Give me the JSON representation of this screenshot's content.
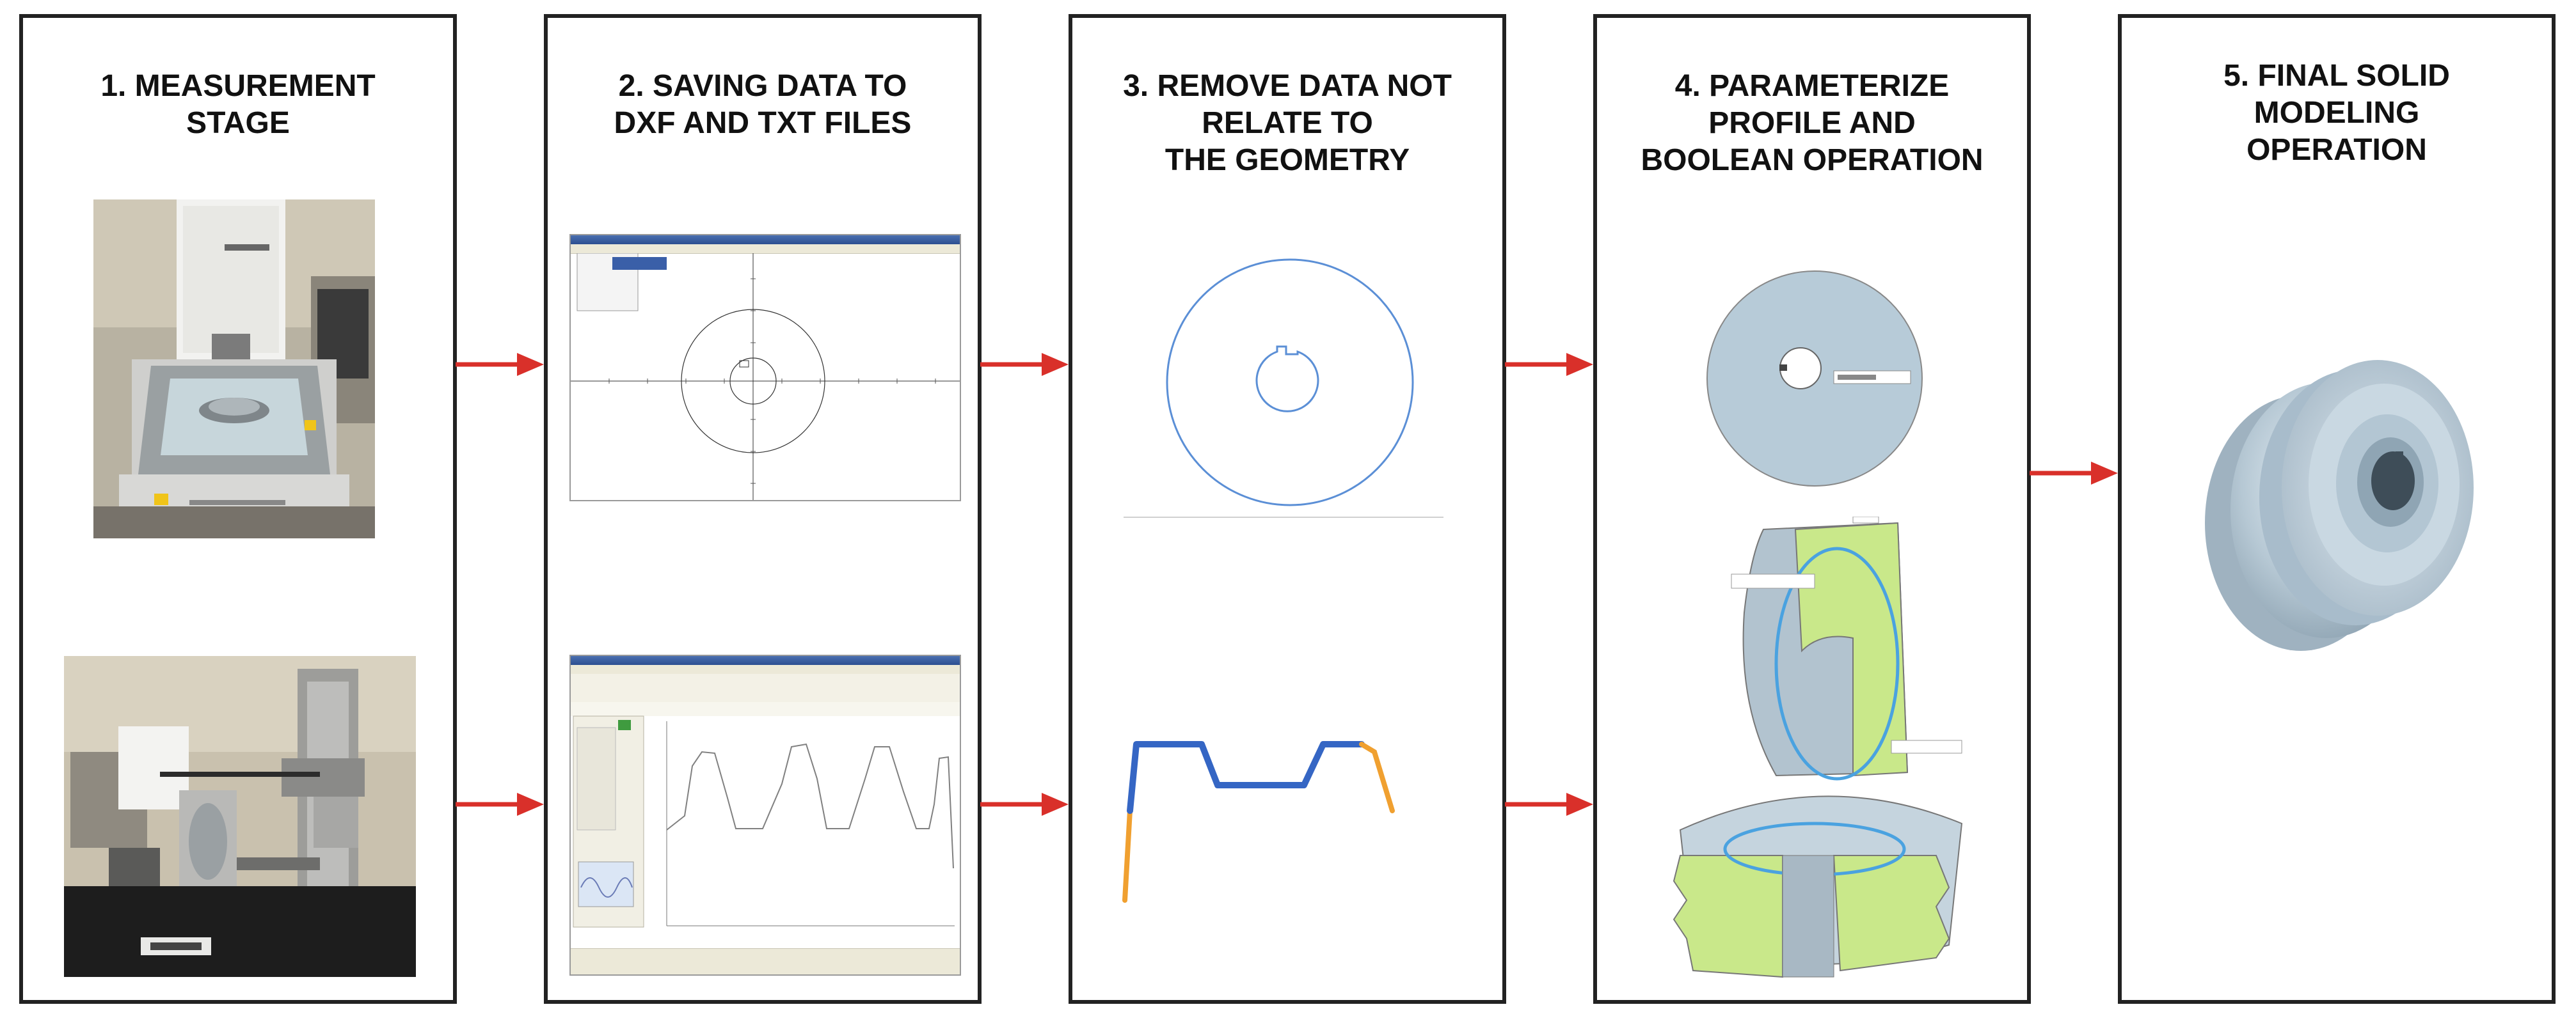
{
  "stages": [
    {
      "id": 1,
      "title": "1. MEASUREMENT\nSTAGE"
    },
    {
      "id": 2,
      "title": "2. SAVING DATA TO\nDXF AND TXT FILES"
    },
    {
      "id": 3,
      "title": "3. REMOVE DATA NOT\nRELATE TO\nTHE GEOMETRY"
    },
    {
      "id": 4,
      "title": "4. PARAMETERIZE\nPROFILE AND\nBOOLEAN OPERATION"
    },
    {
      "id": 5,
      "title": "5. FINAL SOLID\nMODELING\nOPERATION"
    }
  ],
  "colors": {
    "arrow": "#d9302a",
    "border": "#222222",
    "contour": "#5b8fd6",
    "profile_blue": "#3566c4",
    "profile_orange": "#f0a030",
    "cad_gray": "#b7cbd8",
    "cad_green": "#c9e88a",
    "cad_ring": "#4aa2e0"
  },
  "icons": [
    "measuring-machine-photo",
    "profilometer-photo",
    "cad-viewer-screenshot",
    "profile-analysis-screenshot",
    "pulley-3d-model"
  ]
}
